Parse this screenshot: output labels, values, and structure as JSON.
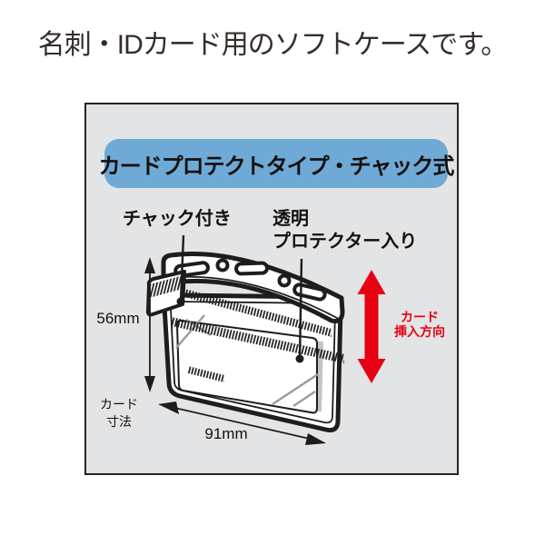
{
  "page": {
    "title": "名刺・IDカード用のソフトケースです。"
  },
  "panel": {
    "badge": {
      "label": "カードプロテクトタイプ・チャック式",
      "bg_color": "#6fa9d6"
    },
    "callouts": {
      "zipper": "チャック付き",
      "clear_line1": "透明",
      "clear_line2": "プロテクター入り"
    },
    "dimensions": {
      "height": "56mm",
      "width": "91mm",
      "caption_line1": "カード",
      "caption_line2": "寸法"
    },
    "insertion_direction": {
      "line1": "カード",
      "line2": "挿入方向",
      "color": "#e60012"
    }
  },
  "colors": {
    "panel_bg": "#e3e4e6",
    "panel_border": "#2b211f",
    "line_black": "#1d1d1b",
    "shine_gray": "#9b9b9d",
    "arrow_red": "#e60012"
  }
}
